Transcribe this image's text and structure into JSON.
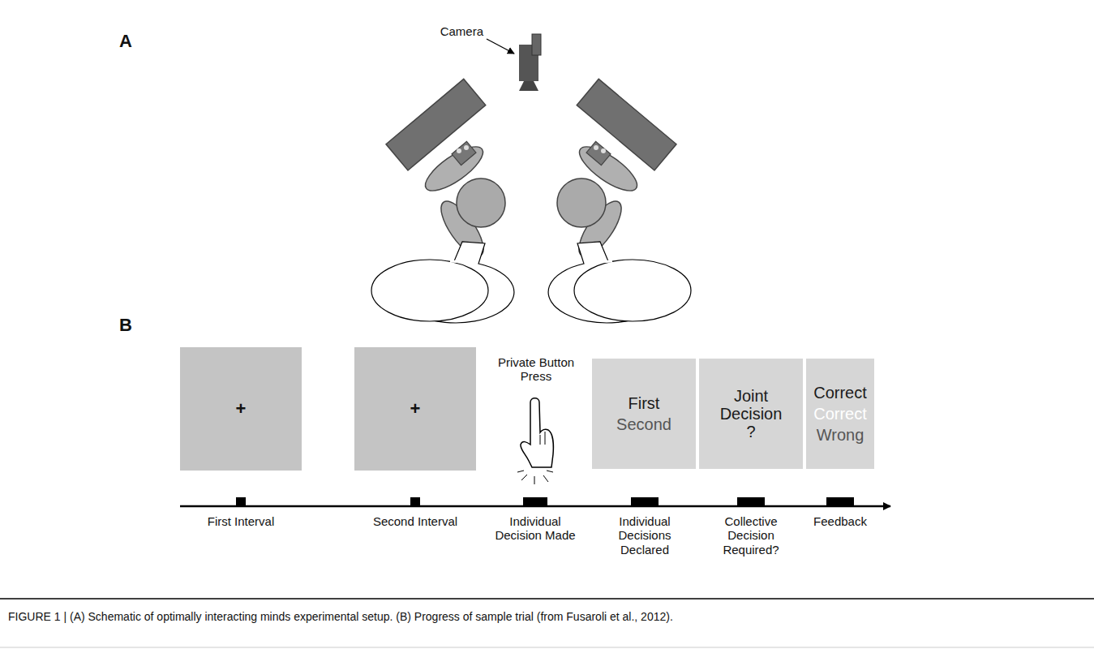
{
  "diagram": {
    "caption": "FIGURE 1 | (A) Schematic of optimally interacting minds experimental setup. (B) Progress of sample trial (from Fusaroli et al., 2012).",
    "nodes": [
      {
        "text": [
          "+"
        ]
      },
      {
        "text": [
          "+"
        ]
      },
      {
        "text": [
          "First",
          "Second"
        ]
      },
      {
        "text": [
          "Joint Decision ?"
        ]
      },
      {
        "text": [
          "Correct",
          "Correct",
          "Wrong"
        ]
      }
    ],
    "labels": [
      "A",
      "Camera",
      "B",
      "Private Button Press",
      "First Interval",
      "Second Interval",
      "Individual Decision Made",
      "Individual Decisions Declared",
      "Collective Decision Required?",
      "Feedback"
    ]
  }
}
